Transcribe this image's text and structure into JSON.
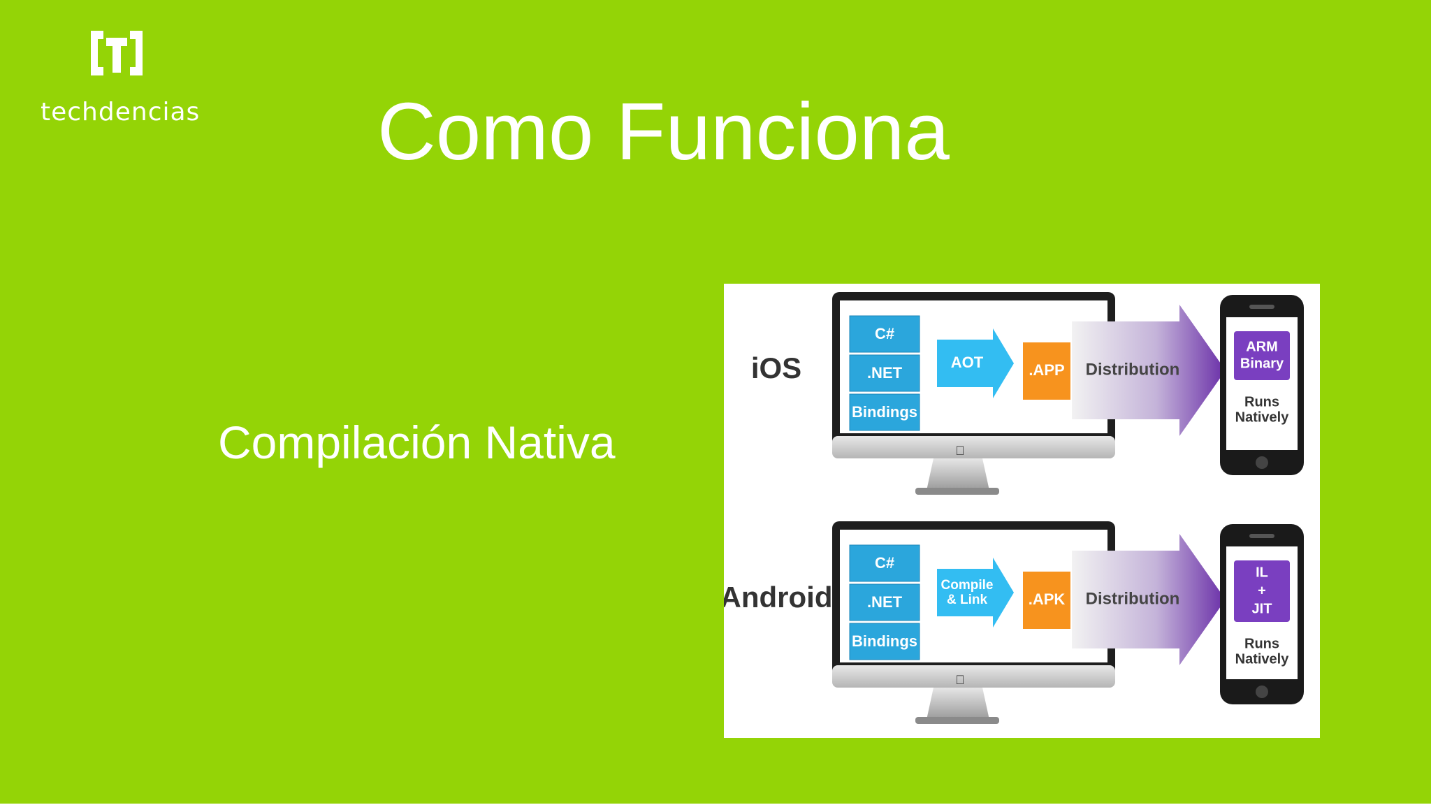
{
  "logo": {
    "text": "techdencias"
  },
  "slide": {
    "title": "Como Funciona",
    "subtitle": "Compilación Nativa"
  },
  "diagram": {
    "rows": [
      {
        "platform": "iOS",
        "stack": [
          "C#",
          ".NET",
          "Bindings"
        ],
        "step": [
          "AOT"
        ],
        "package": ".APP",
        "distribution": "Distribution",
        "device_badge": [
          "ARM",
          "Binary"
        ],
        "device_note": [
          "Runs",
          "Natively"
        ]
      },
      {
        "platform": "Android",
        "stack": [
          "C#",
          ".NET",
          "Bindings"
        ],
        "step": [
          "Compile",
          "& Link"
        ],
        "package": ".APK",
        "distribution": "Distribution",
        "device_badge": [
          "IL",
          "+",
          "JIT"
        ],
        "device_note": [
          "Runs",
          "Natively"
        ]
      }
    ]
  },
  "colors": {
    "background": "#94d406",
    "blue_block": "#2ba6dc",
    "arrow_blue": "#33bdf2",
    "orange_block": "#f7931e",
    "purple_badge": "#7a3fc0"
  }
}
